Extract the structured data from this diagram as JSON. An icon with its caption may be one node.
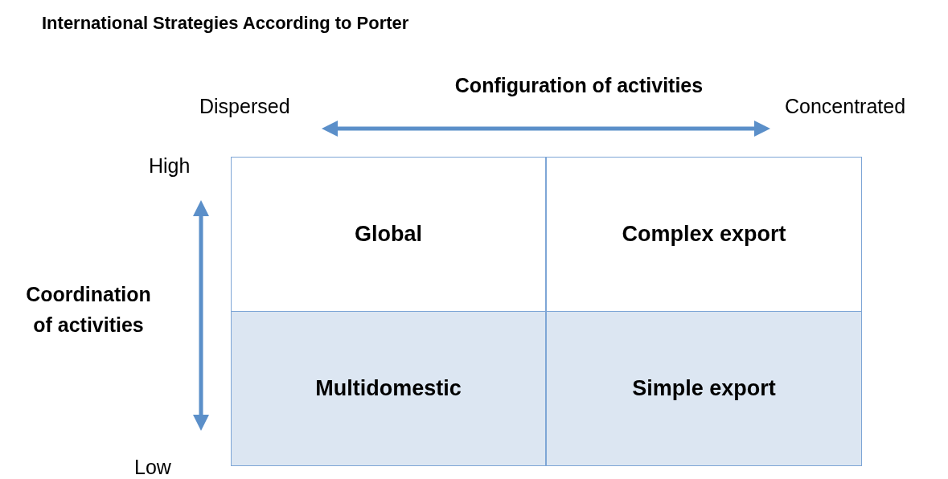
{
  "diagram": {
    "title": "International Strategies According to Porter",
    "nodes": [
      {
        "text": [
          "Global"
        ]
      },
      {
        "text": [
          "Complex export"
        ]
      },
      {
        "text": [
          "Multidomestic"
        ]
      },
      {
        "text": [
          "Simple export"
        ]
      }
    ],
    "labels": [
      "Configuration of activities",
      "Dispersed",
      "Concentrated",
      "High",
      "Coordination of activities",
      "Low"
    ]
  }
}
